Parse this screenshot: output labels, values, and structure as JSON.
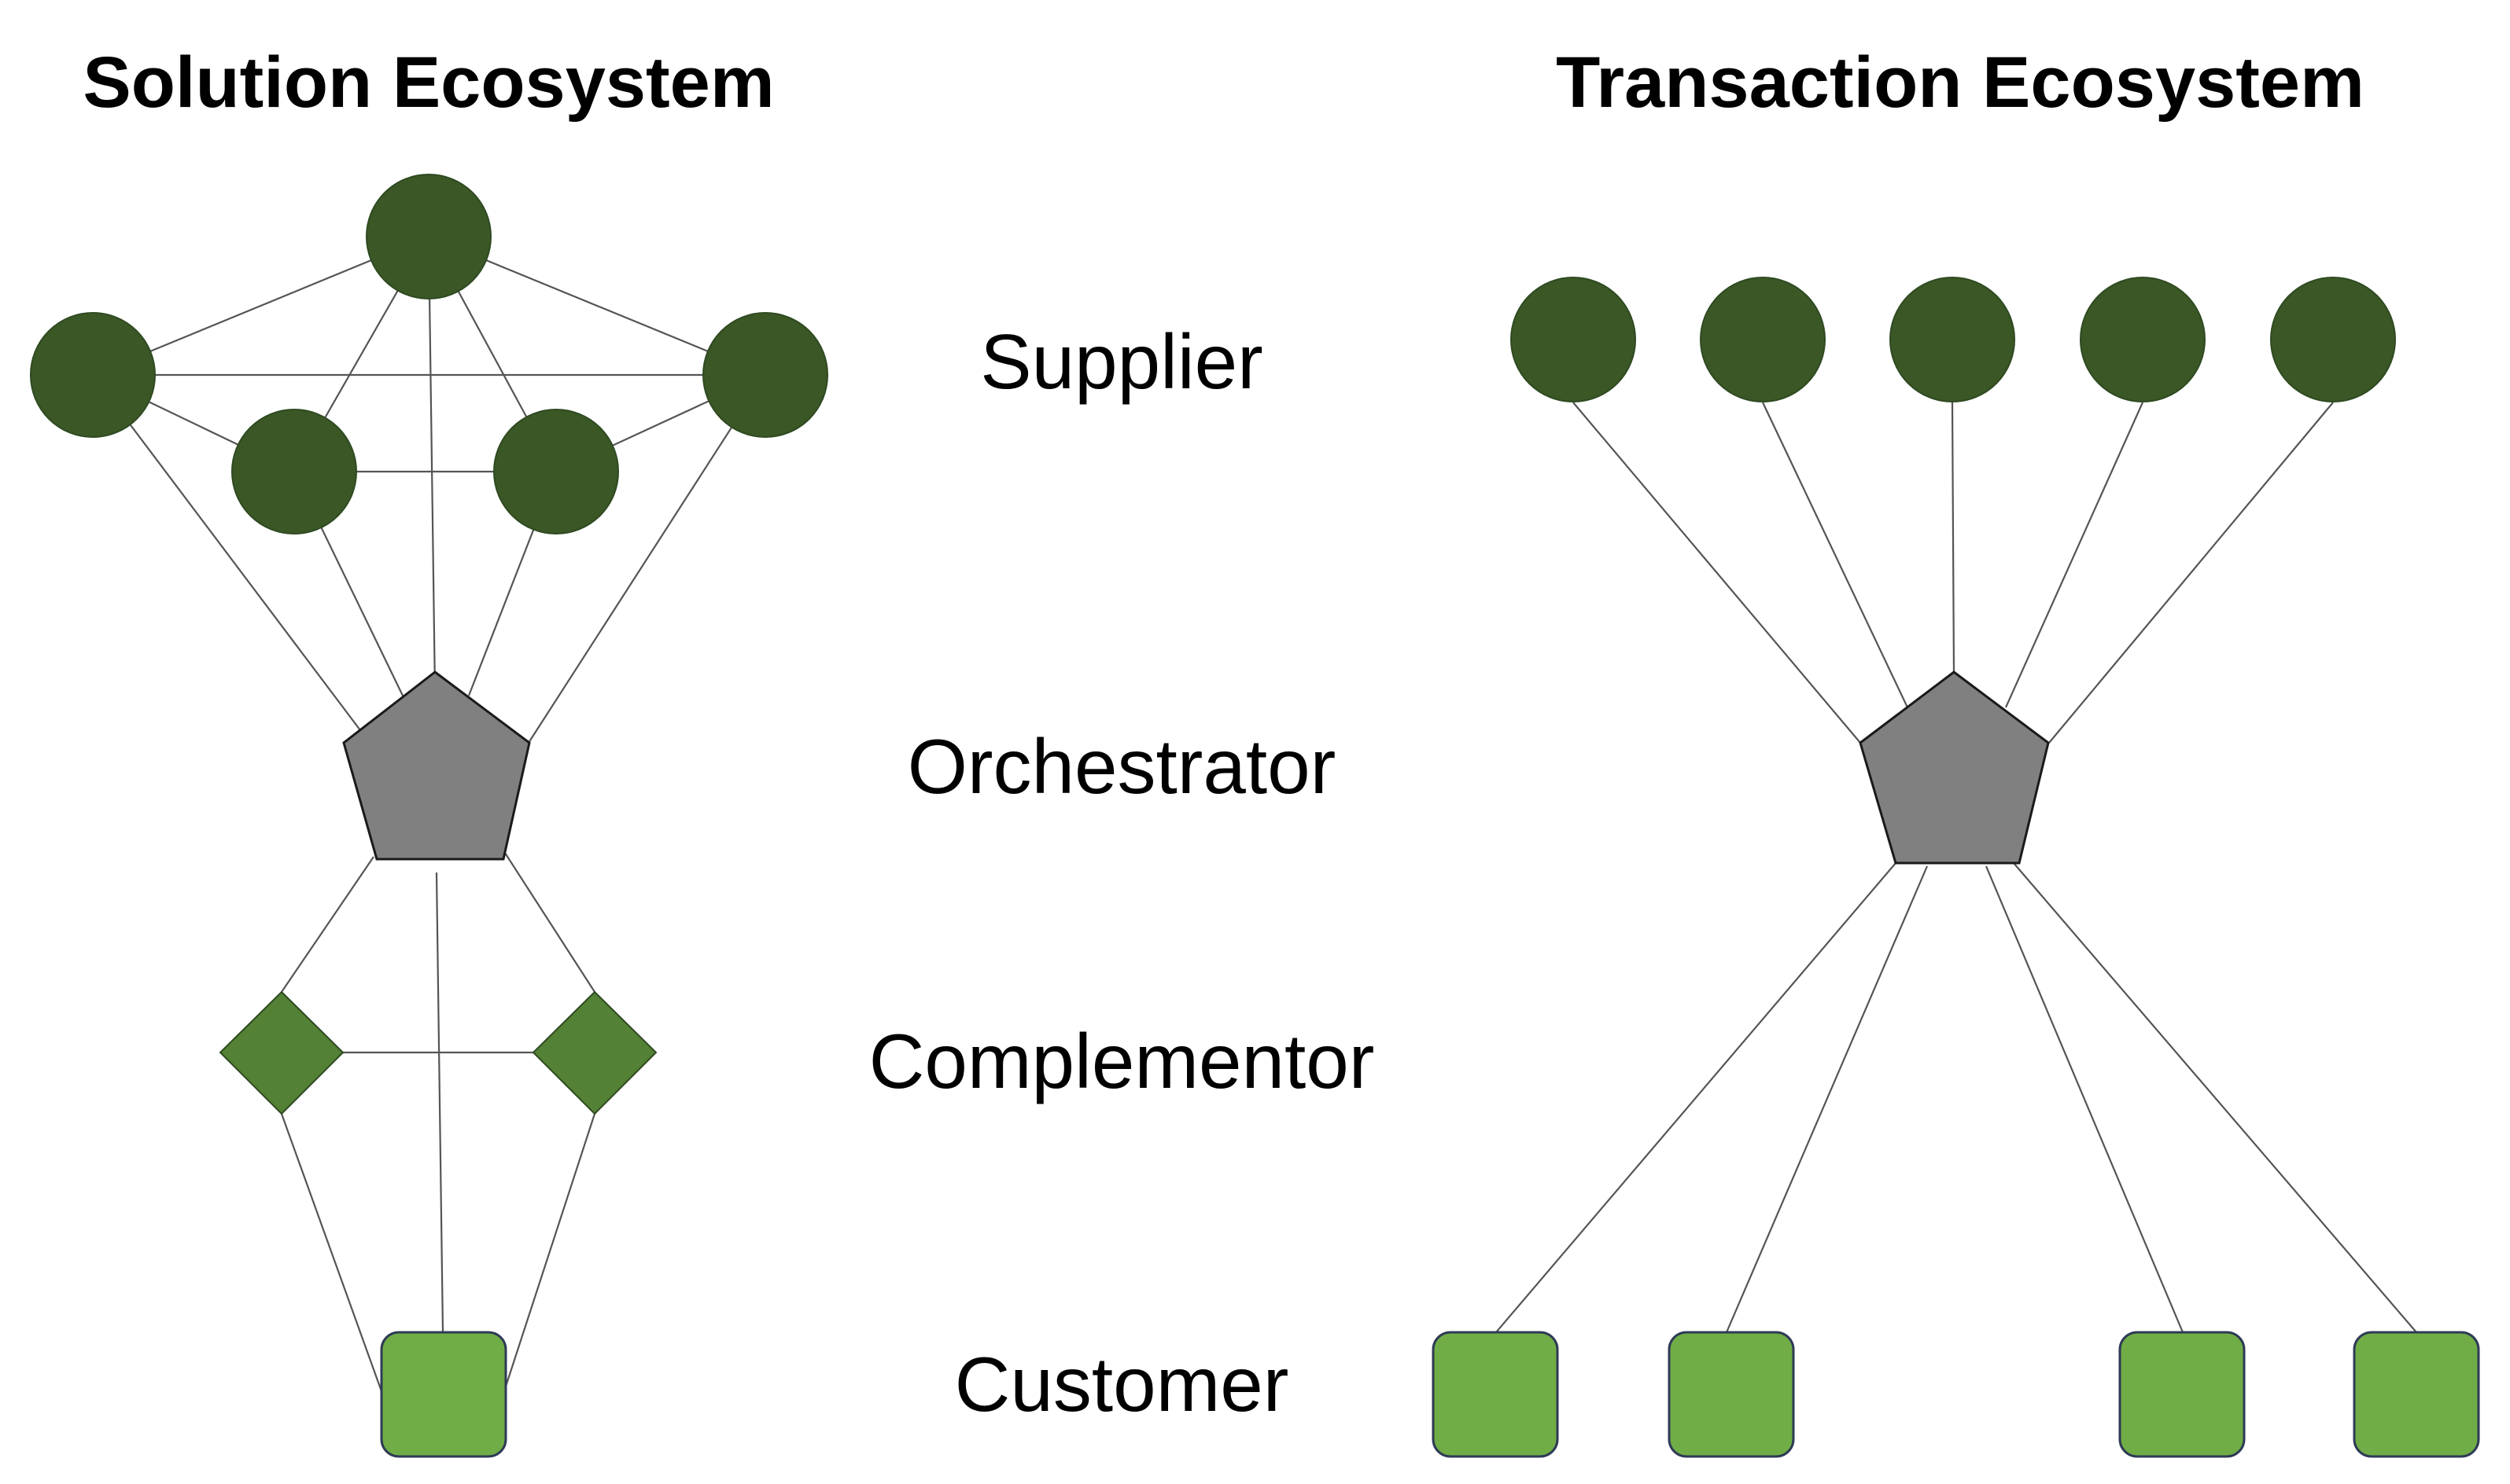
{
  "solution": {
    "title": "Solution Ecosystem"
  },
  "transaction": {
    "title": "Transaction Ecosystem"
  },
  "roles": {
    "supplier": "Supplier",
    "orchestrator": "Orchestrator",
    "complementor": "Complementor",
    "customer": "Customer"
  },
  "colors": {
    "supplier": "#3a5725",
    "orchestrator": "#808080",
    "complementor": "#538135",
    "customer": "#70ad47"
  }
}
